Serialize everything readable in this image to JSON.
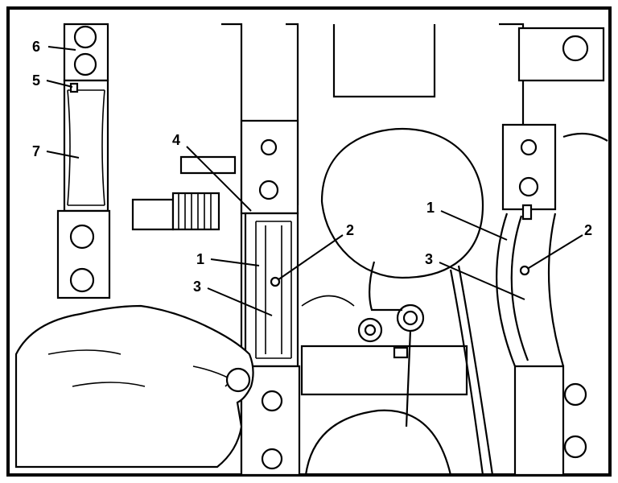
{
  "callouts": {
    "six": "6",
    "five": "5",
    "seven": "7",
    "four": "4",
    "one_left": "1",
    "three_left": "3",
    "two_left": "2",
    "one_right": "1",
    "three_right": "3",
    "two_right": "2"
  }
}
